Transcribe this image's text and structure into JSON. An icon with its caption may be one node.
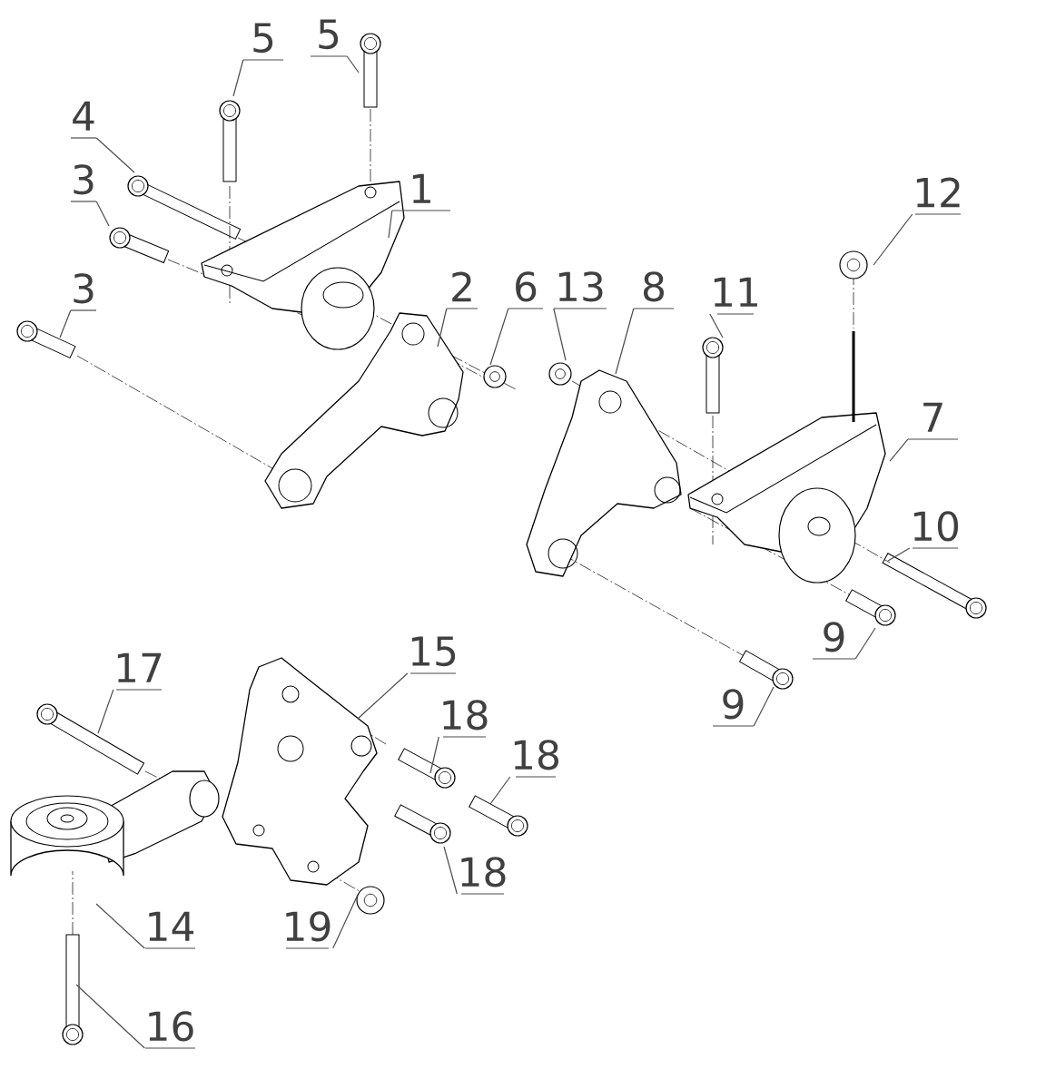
{
  "diagram": {
    "nodes": [
      {
        "text": [
          "5"
        ]
      },
      {
        "text": [
          "5"
        ]
      },
      {
        "text": [
          "4"
        ]
      },
      {
        "text": [
          "3"
        ]
      },
      {
        "text": [
          "3"
        ]
      },
      {
        "text": [
          "1"
        ]
      },
      {
        "text": [
          "2"
        ]
      },
      {
        "text": [
          "6"
        ]
      },
      {
        "text": [
          "13"
        ]
      },
      {
        "text": [
          "8"
        ]
      },
      {
        "text": [
          "11"
        ]
      },
      {
        "text": [
          "12"
        ]
      },
      {
        "text": [
          "7"
        ]
      },
      {
        "text": [
          "10"
        ]
      },
      {
        "text": [
          "9"
        ]
      },
      {
        "text": [
          "9"
        ]
      },
      {
        "text": [
          "17"
        ]
      },
      {
        "text": [
          "15"
        ]
      },
      {
        "text": [
          "18"
        ]
      },
      {
        "text": [
          "18"
        ]
      },
      {
        "text": [
          "18"
        ]
      },
      {
        "text": [
          "14"
        ]
      },
      {
        "text": [
          "19"
        ]
      },
      {
        "text": [
          "16"
        ]
      }
    ],
    "edges": [
      {
        "from": 0,
        "to": null,
        "arrow": "none"
      },
      {
        "from": 1,
        "to": null,
        "arrow": "none"
      },
      {
        "from": 2,
        "to": null,
        "arrow": "none"
      },
      {
        "from": 3,
        "to": null,
        "arrow": "none"
      },
      {
        "from": 4,
        "to": null,
        "arrow": "none"
      },
      {
        "from": 5,
        "to": null,
        "arrow": "none"
      },
      {
        "from": 6,
        "to": null,
        "arrow": "none"
      },
      {
        "from": 7,
        "to": null,
        "arrow": "none"
      },
      {
        "from": 8,
        "to": null,
        "arrow": "none"
      },
      {
        "from": 9,
        "to": null,
        "arrow": "none"
      },
      {
        "from": 10,
        "to": null,
        "arrow": "none"
      },
      {
        "from": 11,
        "to": null,
        "arrow": "none"
      },
      {
        "from": 12,
        "to": null,
        "arrow": "none"
      },
      {
        "from": 13,
        "to": null,
        "arrow": "none"
      },
      {
        "from": 14,
        "to": null,
        "arrow": "none"
      },
      {
        "from": 15,
        "to": null,
        "arrow": "none"
      },
      {
        "from": 16,
        "to": null,
        "arrow": "none"
      },
      {
        "from": 17,
        "to": null,
        "arrow": "none"
      },
      {
        "from": 18,
        "to": null,
        "arrow": "none"
      },
      {
        "from": 19,
        "to": null,
        "arrow": "none"
      },
      {
        "from": 20,
        "to": null,
        "arrow": "none"
      },
      {
        "from": 21,
        "to": null,
        "arrow": "none"
      },
      {
        "from": 22,
        "to": null,
        "arrow": "none"
      },
      {
        "from": 23,
        "to": null,
        "arrow": "none"
      }
    ]
  }
}
